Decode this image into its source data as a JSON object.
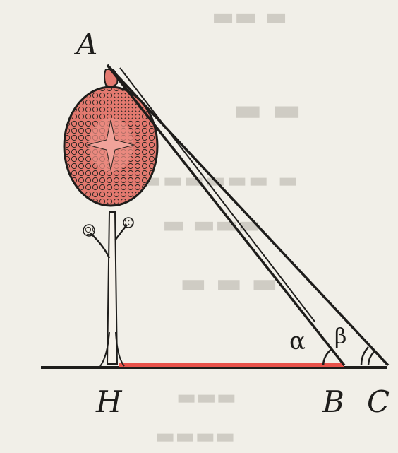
{
  "points": {
    "A": "A",
    "H": "H",
    "B": "B",
    "C": "C"
  },
  "angles": {
    "alpha": "α",
    "beta": "β"
  },
  "colors": {
    "ink": "#1e1d1b",
    "highlight": "#e8524a",
    "tree_fill": "#e47a70",
    "background": "#f1efe8",
    "bleed_text": "#cfccc4"
  },
  "icons": {
    "tree": "tree-icon"
  }
}
